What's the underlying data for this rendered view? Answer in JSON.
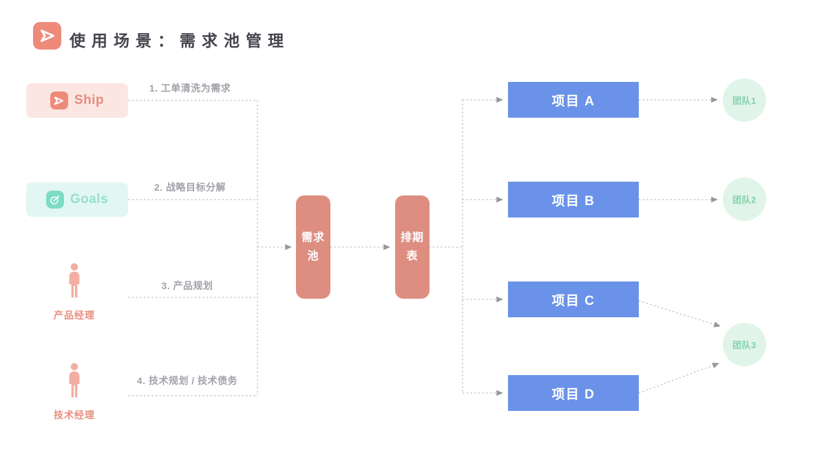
{
  "header": {
    "title": "使用场景：需求池管理"
  },
  "sources": [
    {
      "label": "Ship",
      "icon": "ship-arrow-icon",
      "edge_label": "1. 工单清洗为需求"
    },
    {
      "label": "Goals",
      "icon": "goals-target-icon",
      "edge_label": "2. 战略目标分解"
    },
    {
      "label": "产品经理",
      "icon": "person-icon",
      "edge_label": "3. 产品规划"
    },
    {
      "label": "技术经理",
      "icon": "person-icon",
      "edge_label": "4. 技术规划 / 技术债务"
    }
  ],
  "pool": {
    "label": "需求池"
  },
  "schedule": {
    "label": "排期表"
  },
  "projects": [
    {
      "label": "项目 A"
    },
    {
      "label": "项目 B"
    },
    {
      "label": "项目 C"
    },
    {
      "label": "项目 D"
    }
  ],
  "teams": [
    {
      "label": "团队1"
    },
    {
      "label": "团队2"
    },
    {
      "label": "团队3"
    }
  ],
  "colors": {
    "brand_salmon": "#EE8A7A",
    "node_salmon": "#DD8E81",
    "ship_bg": "#FBE6E2",
    "goals_bg": "#E2F7F1",
    "mint_icon": "#7EDCC6",
    "project_blue": "#6A92E8",
    "team_circle_bg": "#E0F4EA",
    "team_text": "#82D3AB",
    "connector_gray": "#BFC0C4"
  }
}
